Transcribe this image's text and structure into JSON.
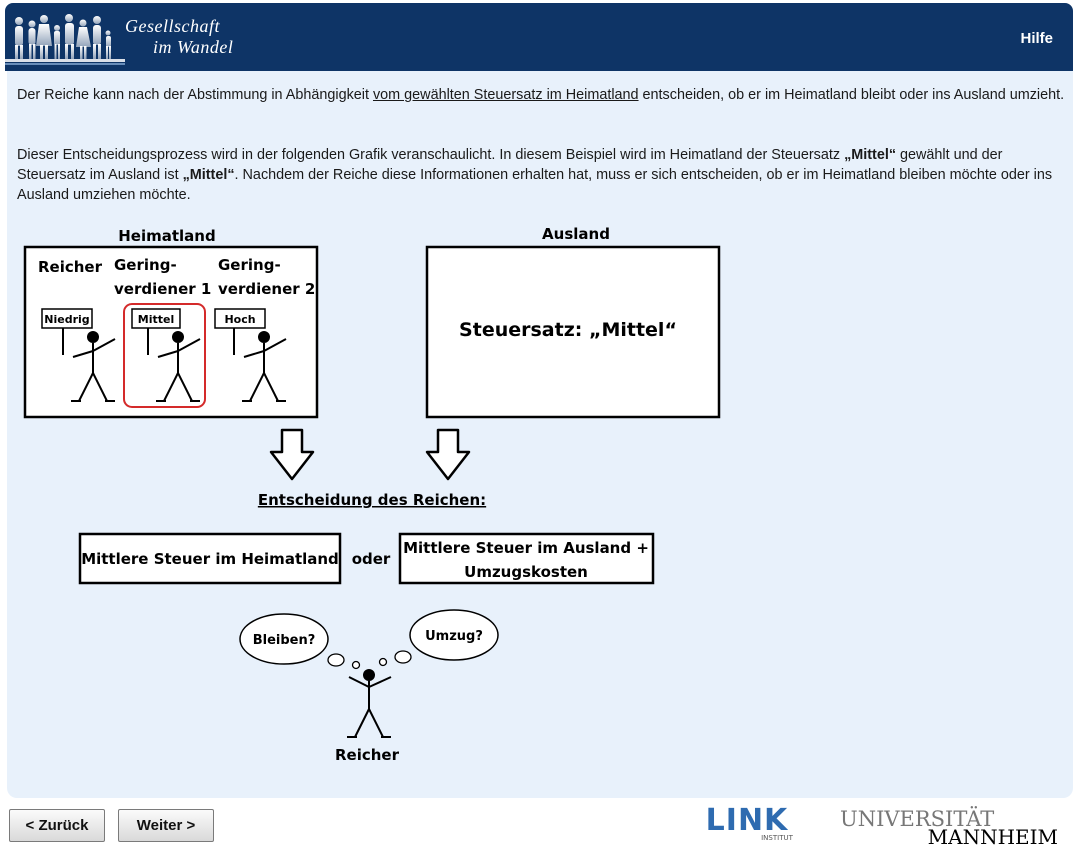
{
  "header": {
    "brand_line1": "Gesellschaft",
    "brand_line2": "im Wandel",
    "help_label": "Hilfe",
    "logo_icon": "people-silhouettes-logo"
  },
  "intro": {
    "p1_before": "Der Reiche kann nach der Abstimmung in Abhängigkeit ",
    "p1_link": "vom gewählten Steuersatz im Heimatland",
    "p1_after": " entscheiden, ob er im Heimatland bleibt oder ins Ausland umzieht.",
    "p2_a": "Dieser Entscheidungsprozess wird in der folgenden Grafik veranschaulicht. In diesem Beispiel wird im Heimatland der Steuersatz ",
    "p2_b": "„Mittel“",
    "p2_c": " gewählt und der Steuersatz im Ausland ist ",
    "p2_d": "„Mittel“",
    "p2_e": ". Nachdem der Reiche diese Informationen erhalten hat, muss er sich entscheiden, ob er im Heimatland bleiben möchte oder ins Ausland umziehen möchte."
  },
  "diagram": {
    "heimatland_title": "Heimatland",
    "ausland_title": "Ausland",
    "person1_label": "Reicher",
    "person2_label_line1": "Gering-",
    "person2_label_line2": "verdiener 1",
    "person3_label_line1": "Gering-",
    "person3_label_line2": "verdiener 2",
    "sign1": "Niedrig",
    "sign2": "Mittel",
    "sign3": "Hoch",
    "ausland_rate": "Steuersatz: „Mittel“",
    "decision_title": "Entscheidung des Reichen:",
    "option1": "Mittlere Steuer im Heimatland",
    "or_label": "oder",
    "option2_line1": "Mittlere Steuer im Ausland +",
    "option2_line2": "Umzugskosten",
    "thought1": "Bleiben?",
    "thought2": "Umzug?",
    "decider_label": "Reicher",
    "highlight_color": "#d42a2a"
  },
  "footer": {
    "back_label": "< Zurück",
    "next_label": "Weiter >",
    "link_logo_text": "LINK",
    "link_logo_sub": "INSTITUT",
    "uni_line1": "UNIVERSITÄT",
    "uni_line2": "MANNHEIM",
    "link_color": "#2e6bb0"
  },
  "colors": {
    "header_bg": "#0e3466",
    "content_bg": "#e8f1fb"
  }
}
